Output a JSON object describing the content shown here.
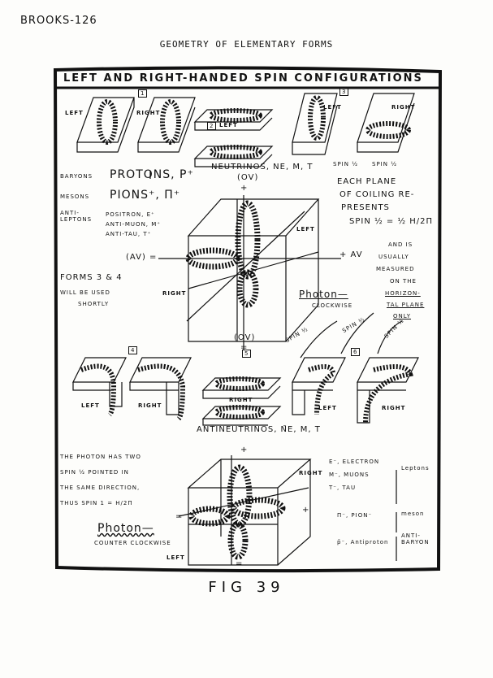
{
  "header": {
    "page_id": "BROOKS-126",
    "title": "GEOMETRY OF ELEMENTARY FORMS"
  },
  "figure": {
    "heading": "LEFT AND RIGHT-HANDED SPIN CONFIGURATIONS",
    "caption": "FIG 39",
    "top_row": {
      "left": "LEFT",
      "right": "RIGHT",
      "form1": "1",
      "form2": "2",
      "form2_left": "LEFT",
      "form3": "3",
      "form3_left": "LEFT",
      "form3_right": "RIGHT",
      "neutrinos": "NEUTRINOS, νe, μ, τ",
      "spin_half_1": "SPIN ½",
      "spin_half_2": "SPIN ½"
    },
    "particles_upper": [
      {
        "group": "BARYONS",
        "items": "PROTONS, p⁺"
      },
      {
        "group": "MESONS",
        "items": "PIONS⁺, π⁺"
      },
      {
        "group": "ANTI-LEPTONS",
        "items": "POSITRON, e⁺\nANTI-MUON, μ⁺\nANTI-TAU, τ⁺"
      }
    ],
    "spin_note": {
      "line1": "EACH PLANE",
      "line2": "OF COILING RE-",
      "line3": "PRESENTS",
      "formula": "SPIN ½ = ½ h/2π"
    },
    "measure_note": {
      "line1": "AND IS",
      "line2": "USUALLY",
      "line3": "MEASURED",
      "line4": "ON THE",
      "line5": "HORIZON-",
      "line6": "TAL PLANE",
      "line7": "ONLY"
    },
    "center_cube": {
      "top": "(OV)",
      "plus_top": "+",
      "left_axis": "(AV) =",
      "right_axis": "+ AV",
      "bottom": "(OV)",
      "eq_bottom": "=",
      "left": "LEFT",
      "right": "RIGHT",
      "photon": "Photon—",
      "clockwise": "CLOCKWISE"
    },
    "forms_note": {
      "line1": "FORMS 3 & 4",
      "line2": "WILL BE USED",
      "line3": "SHORTLY"
    },
    "middle_row": {
      "form4": "4",
      "form5": "5",
      "form6": "6",
      "left_a": "LEFT",
      "right_a": "RIGHT",
      "right_b": "RIGHT",
      "left_c": "LEFT",
      "right_c": "RIGHT",
      "antineutrinos": "ANTINEUTRINOS, ν̄e, μ, τ",
      "spin_labels": [
        "SPIN ½",
        "SPIN ½",
        "SPIN ½"
      ]
    },
    "photon_note": {
      "line1": "THE PHOTON HAS TWO",
      "line2": "SPIN ½ POINTED IN",
      "line3": "THE SAME DIRECTION,",
      "line4": "THUS SPIN 1 = h/2π",
      "photon": "Photon—",
      "direction": "COUNTER CLOCKWISE"
    },
    "bottom_cube": {
      "plus_top": "+",
      "right": "RIGHT",
      "plus_right": "+",
      "eq_left": "=",
      "left": "LEFT",
      "eq_bottom": "="
    },
    "particles_lower": [
      {
        "items": "e⁻, ELECTRON\nμ⁻, MUONS\nτ⁻, TAU",
        "group": "Leptons"
      },
      {
        "items": "π⁻, PION⁻",
        "group": "meson"
      },
      {
        "items": "p̄⁻, Antiproton",
        "group": "ANTI-BARYON"
      }
    ]
  }
}
